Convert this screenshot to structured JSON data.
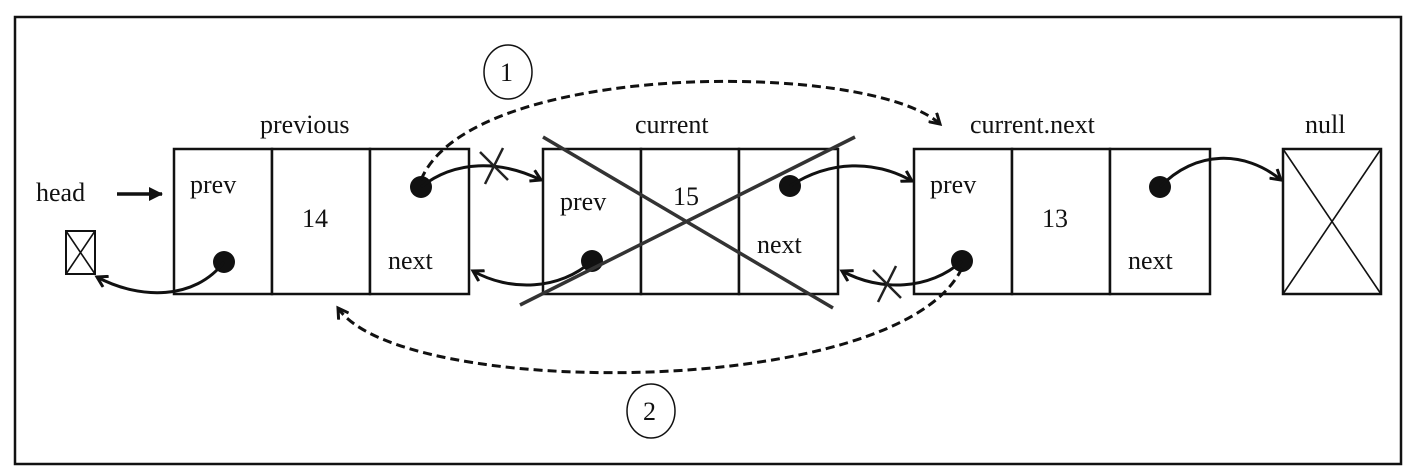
{
  "labels": {
    "head": "head",
    "previous": "previous",
    "current": "current",
    "current_next": "current.next",
    "null": "null"
  },
  "nodes": {
    "previous": {
      "prev": "prev",
      "value": "14",
      "next": "next"
    },
    "current": {
      "prev": "prev",
      "value": "15",
      "next": "next"
    },
    "current_next": {
      "prev": "prev",
      "value": "13",
      "next": "next"
    }
  },
  "steps": {
    "step1": "1",
    "step2": "2"
  },
  "colors": {
    "ink": "#111111",
    "background": "#ffffff",
    "strike": "#333333"
  }
}
